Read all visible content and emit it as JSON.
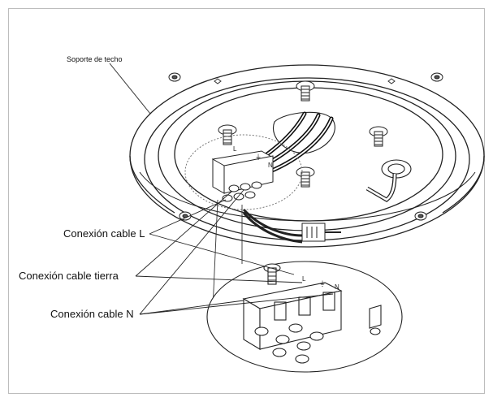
{
  "labels": {
    "bracket": "Soporte de techo",
    "cable_l": "Conexión cable L",
    "cable_earth": "Conexión cable tierra",
    "cable_n": "Conexión cable N"
  },
  "terminal_marks": {
    "l": "L",
    "earth": "⏚",
    "n": "N"
  }
}
